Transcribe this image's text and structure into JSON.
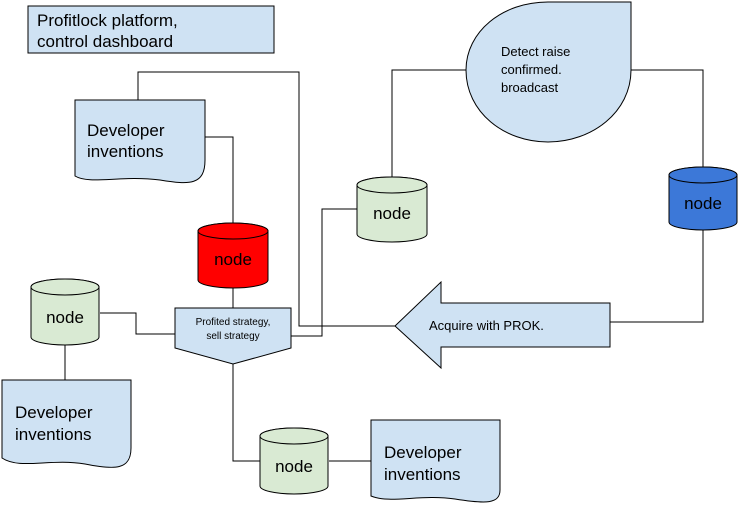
{
  "title": {
    "lines": [
      "Profitlock platform,",
      "control dashboard"
    ]
  },
  "colors": {
    "box_fill": "#cfe2f3",
    "node_green": "#d9ead3",
    "node_red": "#ff0000",
    "node_blue": "#3c78d8",
    "stroke": "#000000"
  },
  "nodes": {
    "developer_inventions_top": {
      "lines": [
        "Developer",
        "inventions"
      ]
    },
    "developer_inventions_left": {
      "lines": [
        "Developer",
        "inventions"
      ]
    },
    "developer_inventions_bottom": {
      "lines": [
        "Developer",
        "inventions"
      ]
    },
    "detect_raise": {
      "lines": [
        "Detect raise",
        "confirmed.",
        "broadcast"
      ]
    },
    "node_center_green": {
      "label": "node"
    },
    "node_red": {
      "label": "node"
    },
    "node_blue": {
      "label": "node"
    },
    "node_left_green": {
      "label": "node"
    },
    "node_bottom_green": {
      "label": "node"
    },
    "profited_strategy": {
      "lines": [
        "Profited strategy,",
        "sell strategy"
      ]
    },
    "acquire_arrow": {
      "label": "Acquire with PROK."
    }
  }
}
